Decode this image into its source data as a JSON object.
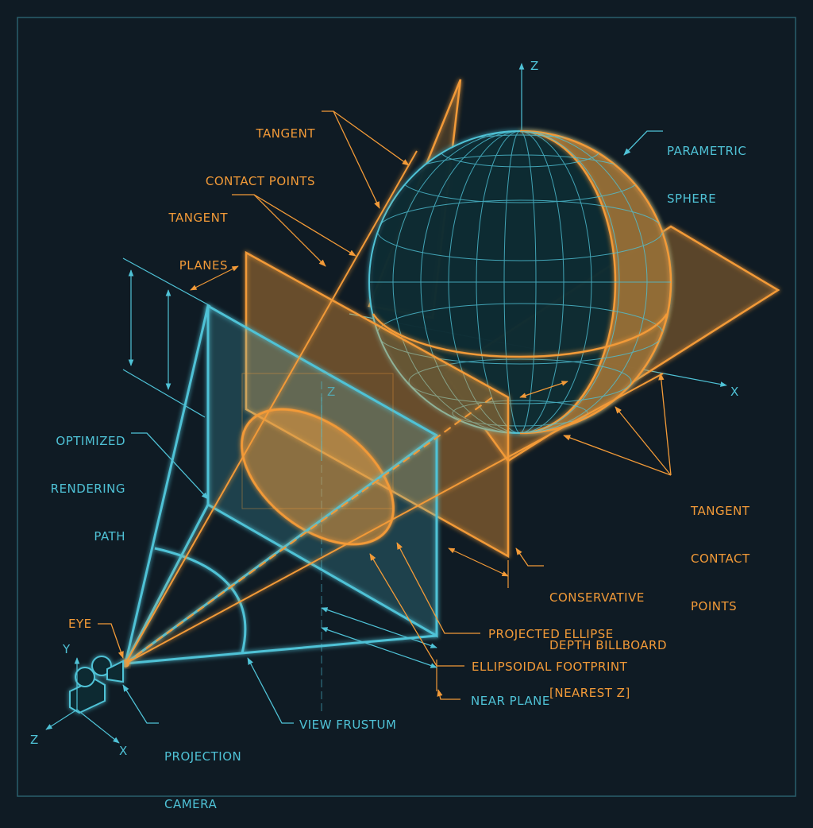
{
  "colors": {
    "background": "#0f1b24",
    "orange": "#f29a38",
    "cyan": "#4fc2d6",
    "frame": "#2a5f6c"
  },
  "labels": {
    "tangent_contact_points_top": [
      "TANGENT",
      "CONTACT POINTS"
    ],
    "parametric_sphere": [
      "PARAMETRIC",
      "SPHERE"
    ],
    "tangent_planes": [
      "TANGENT",
      "PLANES"
    ],
    "optimized_rendering_path": [
      "OPTIMIZED",
      "RENDERING",
      "PATH"
    ],
    "tangent_contact_points_right": [
      "TANGENT",
      "CONTACT",
      "POINTS"
    ],
    "conservative_depth_billboard": [
      "CONSERVATIVE",
      "DEPTH BILLBOARD",
      "[NEAREST Z]"
    ],
    "eye": "EYE",
    "projected_ellipse": "PROJECTED ELLIPSE",
    "ellipsoidal_footprint": "ELLIPSOIDAL FOOTPRINT",
    "near_plane": "NEAR PLANE",
    "projection_camera": [
      "PROJECTION",
      "CAMERA"
    ],
    "view_frustum": "VIEW FRUSTUM"
  },
  "axes": {
    "world_z": "Z",
    "world_x": "X",
    "plane_z": "Z",
    "camera_y": "Y",
    "camera_z": "Z",
    "camera_x": "X"
  },
  "icons": [
    "camera-icon"
  ]
}
